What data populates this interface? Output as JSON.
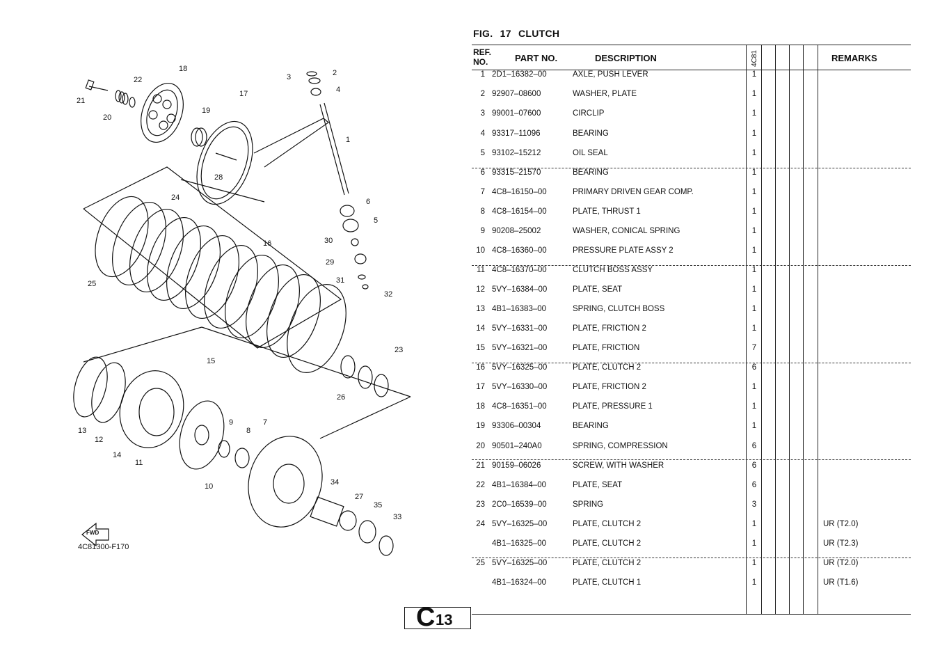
{
  "figure": {
    "title": "FIG.  17   CLUTCH",
    "code": "4C81300-F170",
    "fwd_label": "FWD"
  },
  "page": {
    "letter": "C",
    "number": "13"
  },
  "table": {
    "headers": {
      "ref": "REF. NO.",
      "part": "PART NO.",
      "desc": "DESCRIPTION",
      "model": "4C81",
      "remarks": "REMARKS"
    },
    "rows": [
      {
        "ref": "1",
        "part": "2D1–16382–00",
        "desc": "AXLE, PUSH LEVER",
        "qty": "1",
        "remarks": ""
      },
      {
        "ref": "2",
        "part": "92907–08600",
        "desc": "WASHER, PLATE",
        "qty": "1",
        "remarks": ""
      },
      {
        "ref": "3",
        "part": "99001–07600",
        "desc": "CIRCLIP",
        "qty": "1",
        "remarks": ""
      },
      {
        "ref": "4",
        "part": "93317–11096",
        "desc": "BEARING",
        "qty": "1",
        "remarks": ""
      },
      {
        "ref": "5",
        "part": "93102–15212",
        "desc": "OIL SEAL",
        "qty": "1",
        "remarks": ""
      },
      {
        "ref": "6",
        "part": "93315–21570",
        "desc": "BEARING",
        "qty": "1",
        "remarks": ""
      },
      {
        "ref": "7",
        "part": "4C8–16150–00",
        "desc": "PRIMARY DRIVEN GEAR COMP.",
        "qty": "1",
        "remarks": ""
      },
      {
        "ref": "8",
        "part": "4C8–16154–00",
        "desc": "PLATE, THRUST 1",
        "qty": "1",
        "remarks": ""
      },
      {
        "ref": "9",
        "part": "90208–25002",
        "desc": "WASHER, CONICAL SPRING",
        "qty": "1",
        "remarks": ""
      },
      {
        "ref": "10",
        "part": "4C8–16360–00",
        "desc": "PRESSURE PLATE ASSY 2",
        "qty": "1",
        "remarks": ""
      },
      {
        "ref": "11",
        "part": "4C8–16370–00",
        "desc": "CLUTCH BOSS ASSY",
        "qty": "1",
        "remarks": ""
      },
      {
        "ref": "12",
        "part": "5VY–16384–00",
        "desc": "PLATE, SEAT",
        "qty": "1",
        "remarks": ""
      },
      {
        "ref": "13",
        "part": "4B1–16383–00",
        "desc": "SPRING, CLUTCH BOSS",
        "qty": "1",
        "remarks": ""
      },
      {
        "ref": "14",
        "part": "5VY–16331–00",
        "desc": "PLATE, FRICTION 2",
        "qty": "1",
        "remarks": ""
      },
      {
        "ref": "15",
        "part": "5VY–16321–00",
        "desc": "PLATE, FRICTION",
        "qty": "7",
        "remarks": ""
      },
      {
        "ref": "16",
        "part": "5VY–16325–00",
        "desc": "PLATE, CLUTCH 2",
        "qty": "6",
        "remarks": ""
      },
      {
        "ref": "17",
        "part": "5VY–16330–00",
        "desc": "PLATE, FRICTION 2",
        "qty": "1",
        "remarks": ""
      },
      {
        "ref": "18",
        "part": "4C8–16351–00",
        "desc": "PLATE, PRESSURE 1",
        "qty": "1",
        "remarks": ""
      },
      {
        "ref": "19",
        "part": "93306–00304",
        "desc": "BEARING",
        "qty": "1",
        "remarks": ""
      },
      {
        "ref": "20",
        "part": "90501–240A0",
        "desc": "SPRING, COMPRESSION",
        "qty": "6",
        "remarks": ""
      },
      {
        "ref": "21",
        "part": "90159–06026",
        "desc": "SCREW, WITH WASHER",
        "qty": "6",
        "remarks": ""
      },
      {
        "ref": "22",
        "part": "4B1–16384–00",
        "desc": "PLATE, SEAT",
        "qty": "6",
        "remarks": ""
      },
      {
        "ref": "23",
        "part": "2C0–16539–00",
        "desc": "SPRING",
        "qty": "3",
        "remarks": ""
      },
      {
        "ref": "24",
        "part": "5VY–16325–00",
        "desc": "PLATE, CLUTCH 2",
        "qty": "1",
        "remarks": "UR (T2.0)"
      },
      {
        "ref": "",
        "part": "4B1–16325–00",
        "desc": "PLATE, CLUTCH 2",
        "qty": "1",
        "remarks": "UR (T2.3)"
      },
      {
        "ref": "25",
        "part": "5VY–16325–00",
        "desc": "PLATE, CLUTCH 2",
        "qty": "1",
        "remarks": "UR (T2.0)"
      },
      {
        "ref": "",
        "part": "4B1–16324–00",
        "desc": "PLATE, CLUTCH 1",
        "qty": "1",
        "remarks": "UR (T1.6)"
      }
    ]
  },
  "callouts": [
    "1",
    "2",
    "3",
    "4",
    "5",
    "6",
    "7",
    "8",
    "9",
    "10",
    "11",
    "12",
    "13",
    "14",
    "15",
    "16",
    "17",
    "18",
    "19",
    "20",
    "21",
    "22",
    "23",
    "24",
    "25",
    "26",
    "27",
    "28",
    "29",
    "30",
    "31",
    "32",
    "33",
    "34",
    "35"
  ]
}
